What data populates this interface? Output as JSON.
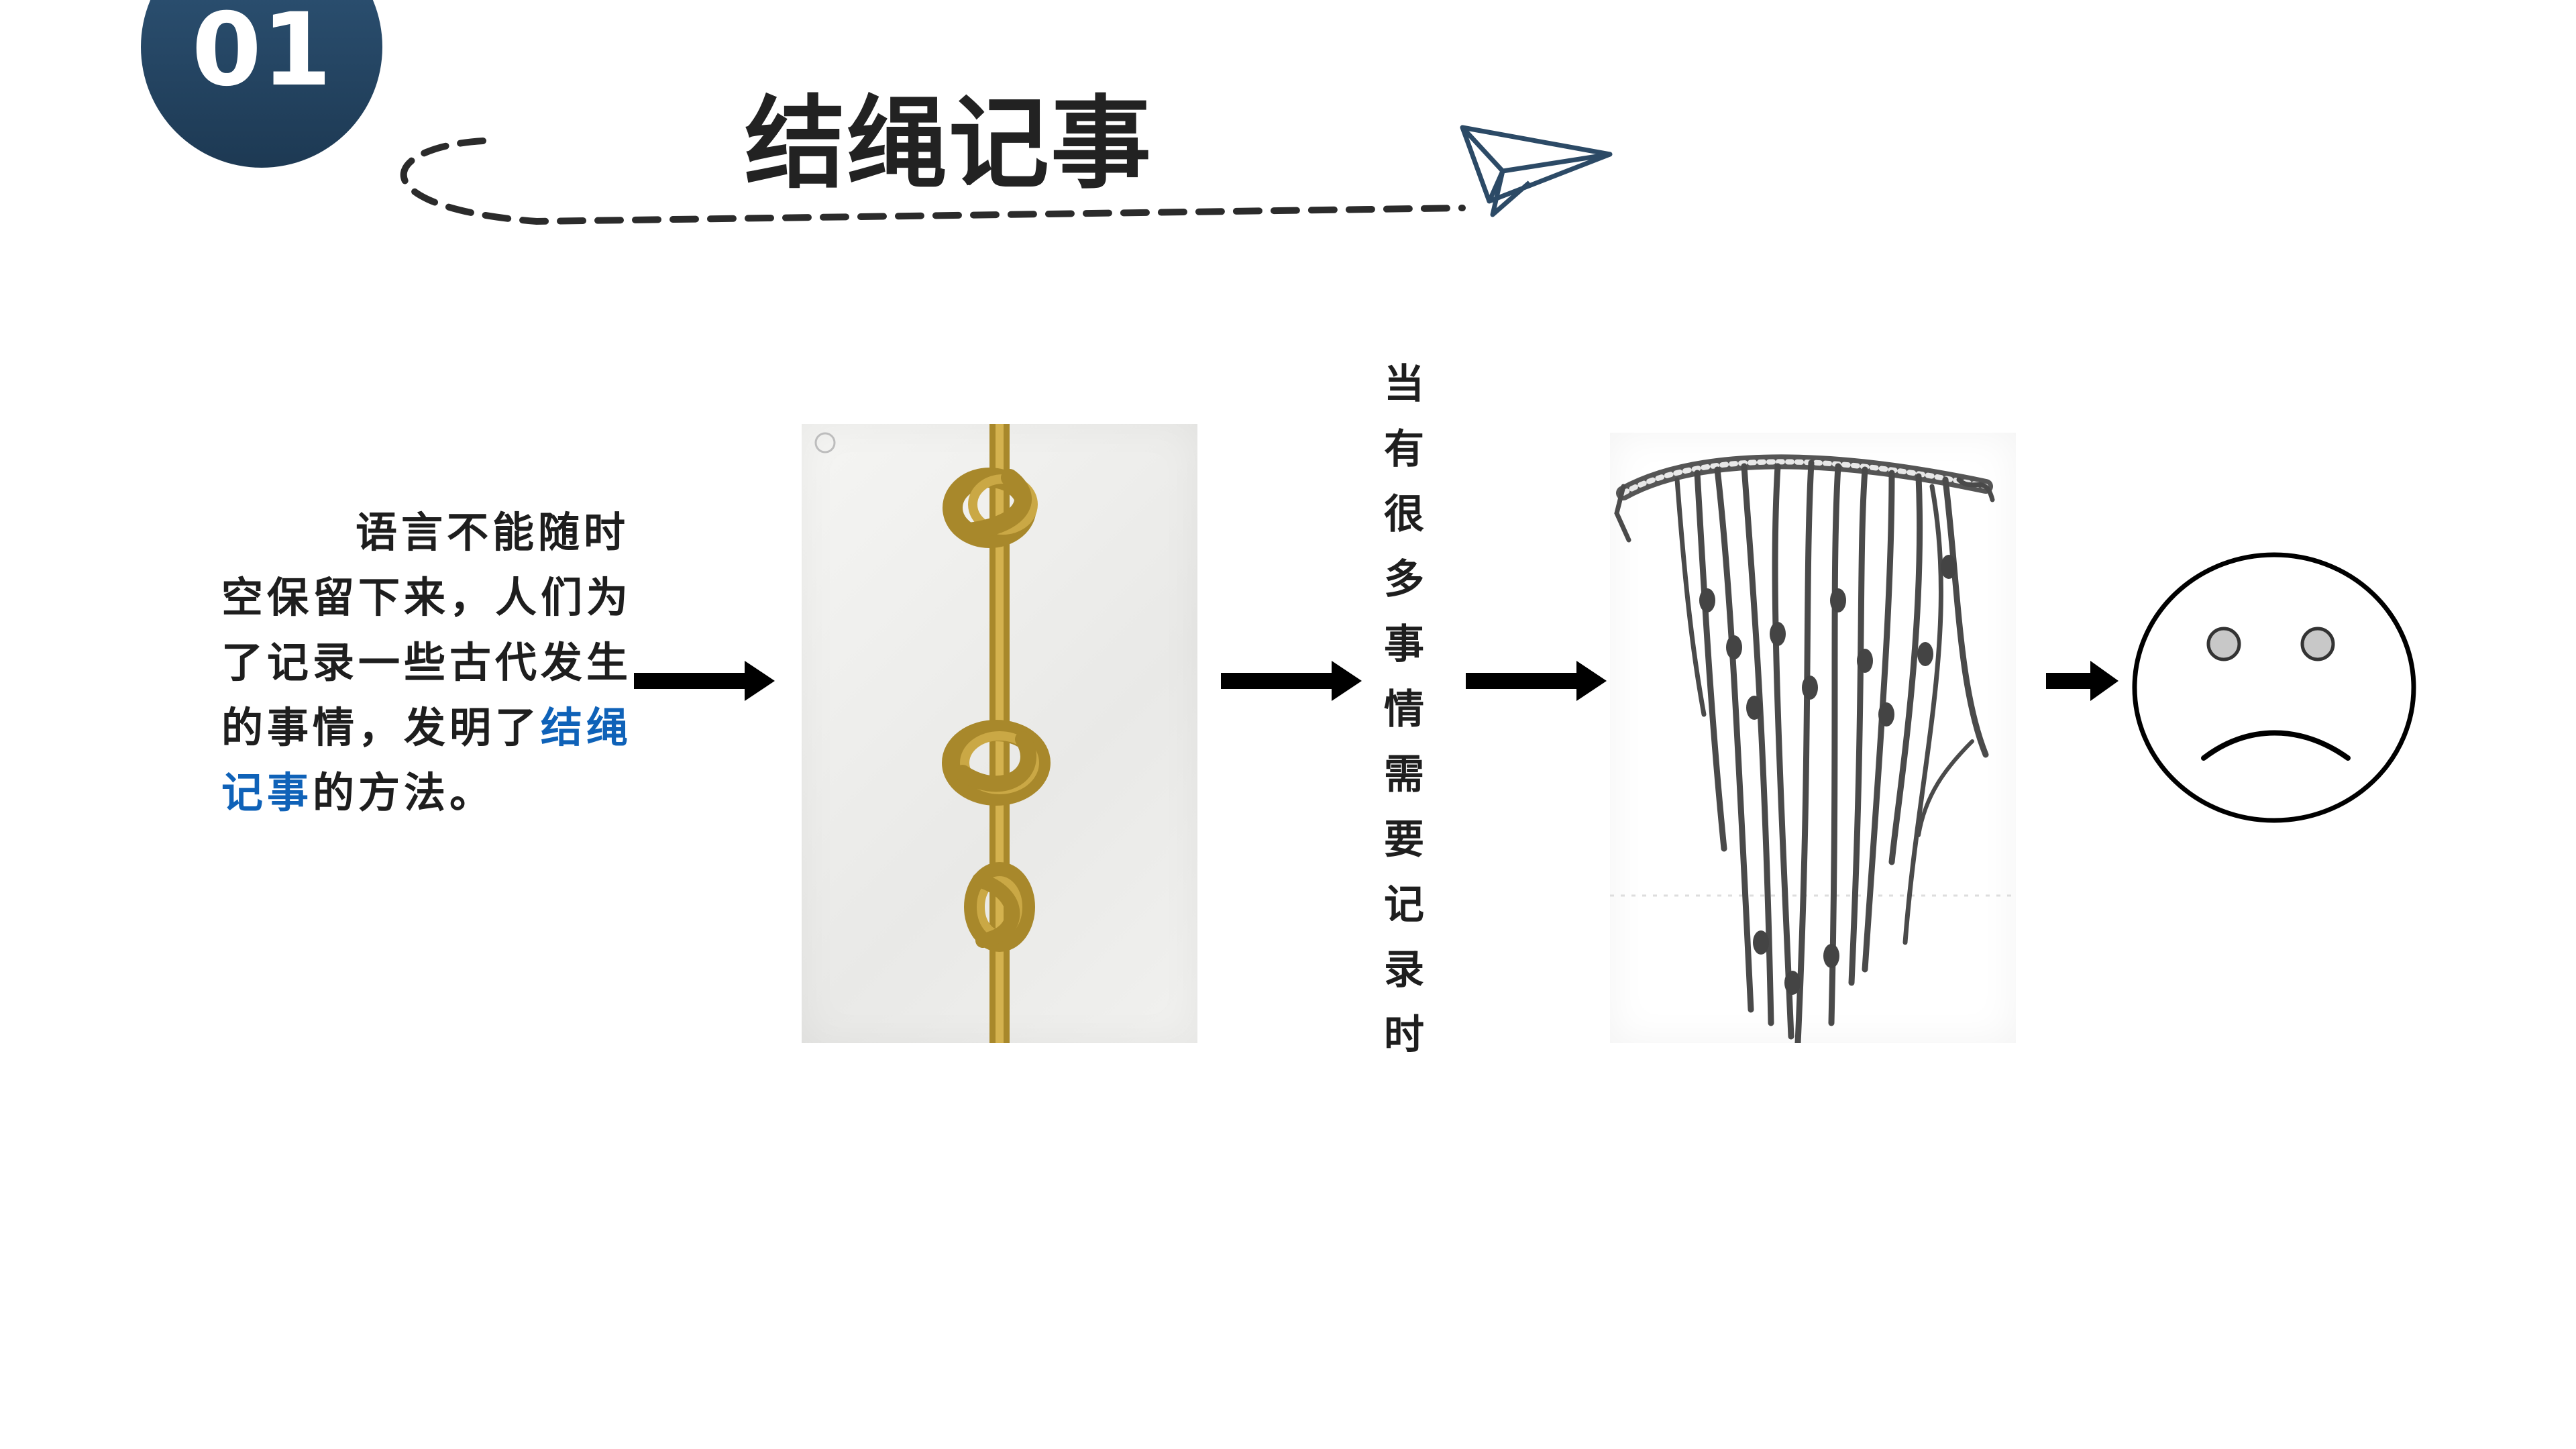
{
  "section": {
    "number": "01"
  },
  "title": "结绳记事",
  "paragraph": {
    "part1": "语言不能随时空保留下来，人们为了记录一些古代发生的事情，发明了",
    "highlight": "结绳记事",
    "part2": "的方法。"
  },
  "vertical_text": "当有很多事情需要记录时",
  "colors": {
    "circle": "#244567",
    "highlight": "#0f62b8",
    "rope": "#b99a3a",
    "text": "#1e1e1e"
  },
  "icons": [
    "paper-plane-icon",
    "arrow-right-icon",
    "sad-face-icon"
  ]
}
